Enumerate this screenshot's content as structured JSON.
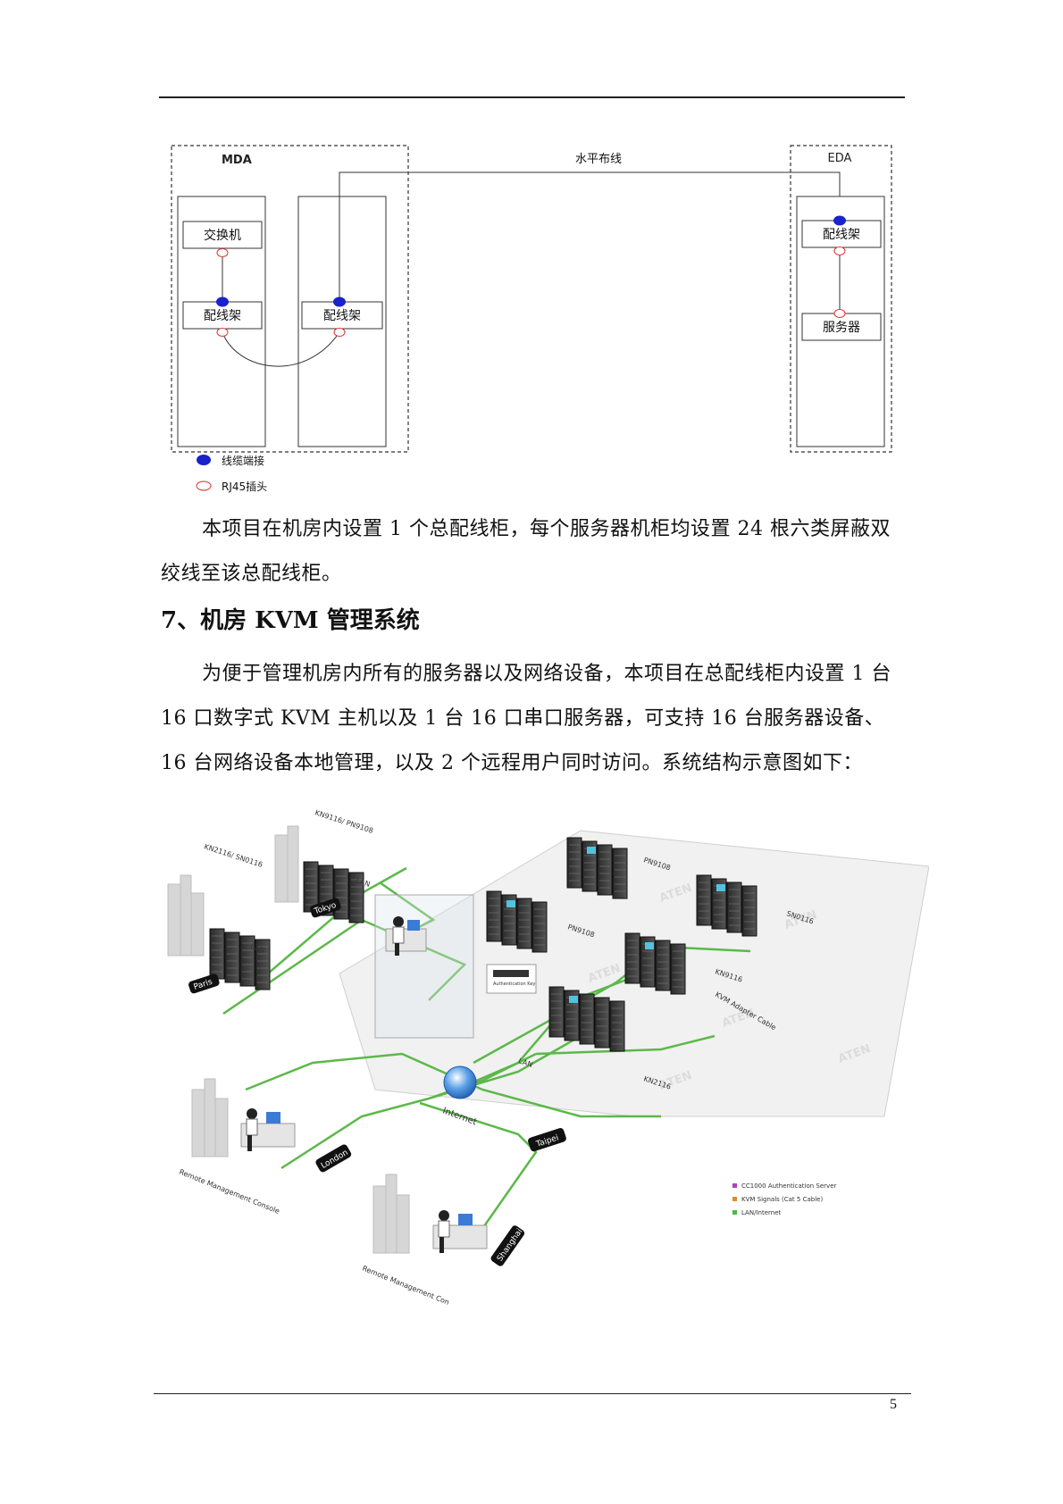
{
  "page_number": "5",
  "cabling_diagram": {
    "mda_label": "MDA",
    "eda_label": "EDA",
    "horizontal_cable_label": "水平布线",
    "switch_label": "交换机",
    "patch_panel_label": "配线架",
    "server_label": "服务器",
    "legend": {
      "cable_termination": "线缆端接",
      "rj45_plug": "RJ45插头"
    }
  },
  "paragraph1": "本项目在机房内设置 1 个总配线柜，每个服务器机柜均设置 24 根六类屏蔽双绞线至该总配线柜。",
  "section_heading": "7、机房 KVM 管理系统",
  "paragraph2": "为便于管理机房内所有的服务器以及网络设备，本项目在总配线柜内设置 1 台 16 口数字式 KVM 主机以及 1 台 16 口串口服务器，可支持 16 台服务器设备、16 台网络设备本地管理，以及 2 个远程用户同时访问。系统结构示意图如下：",
  "network_figure": {
    "site_labels": {
      "paris": "Paris",
      "tokyo": "Tokyo",
      "london": "London",
      "shanghai": "Shanghai",
      "taipei": "Taipei"
    },
    "device_labels": {
      "kn2116_sn0116": "KN2116/ SN0116",
      "kn9116_pn9108": "KN9116/ PN9108",
      "pn9108_a": "PN9108",
      "pn9108_b": "PN9108",
      "sn0116": "SN0116",
      "kn9116": "KN9116",
      "kn2116": "KN2116",
      "kvm_adapter_cable": "KVM Adapter Cable",
      "internet": "Internet",
      "lan_a": "LAN",
      "lan_b": "LAN",
      "lan_c": "LAN",
      "remote_console_1": "Remote Management Console",
      "remote_console_2": "Remote Management Con",
      "auth_key": "Authentication Key"
    },
    "legend": [
      {
        "label": "CC1000 Authentication Server",
        "color": "#b040c0"
      },
      {
        "label": "KVM Signals (Cat 5 Cable)",
        "color": "#e08a30"
      },
      {
        "label": "LAN/Internet",
        "color": "#4cb848"
      }
    ],
    "line_color": "#5cb84a"
  }
}
